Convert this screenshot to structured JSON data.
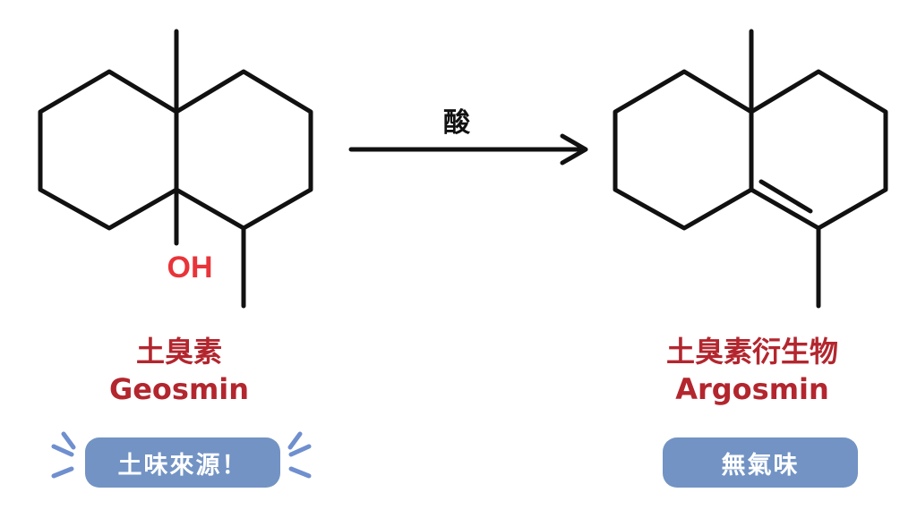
{
  "left_molecule": {
    "hydroxyl_label": "OH",
    "name_zh": "土臭素",
    "name_en": "Geosmin",
    "badge": "土味來源！"
  },
  "reaction": {
    "reagent": "酸"
  },
  "right_molecule": {
    "name_zh": "土臭素衍生物",
    "name_en": "Argosmin",
    "badge": "無氣味"
  },
  "colors": {
    "name_text": "#b3262e",
    "hydroxyl": "#e8343a",
    "badge_bg": "#7293c4",
    "burst": "#6f8fcf",
    "bond": "#111111"
  }
}
